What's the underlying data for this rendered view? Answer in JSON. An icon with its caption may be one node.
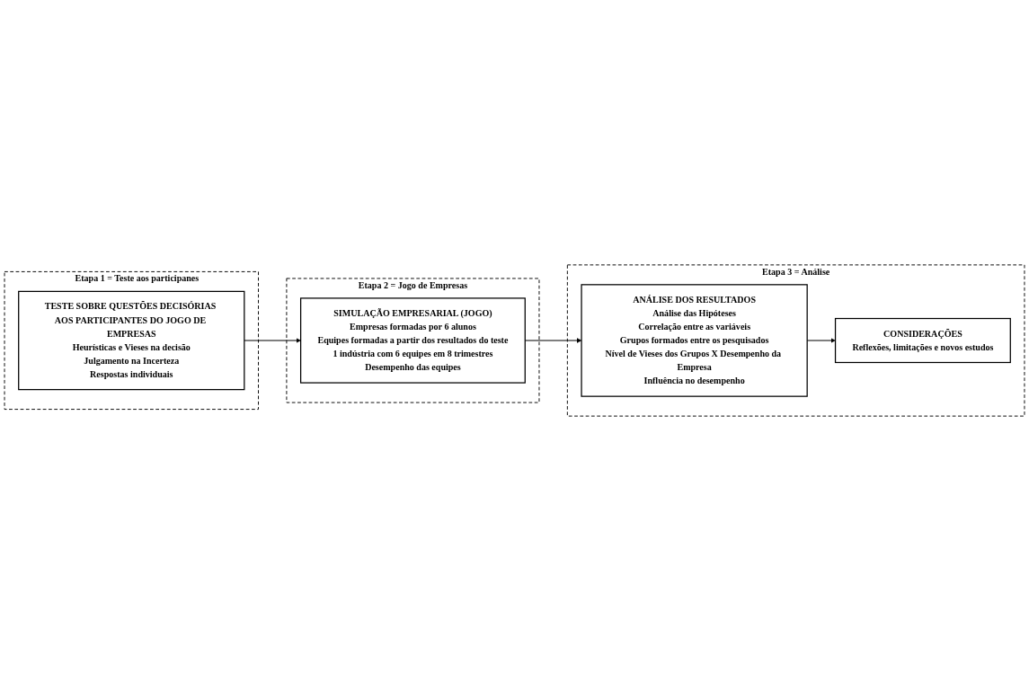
{
  "diagram": {
    "nodes": [
      {
        "text": [
          "Etapa 1 = Teste aos participanes"
        ]
      },
      {
        "text": [
          "TESTE SOBRE QUESTÕES DECISÓRIAS AOS PARTICIPANTES DO JOGO DE EMPRESAS",
          "Heurísticas e Vieses na decisão",
          "Julgamento na Incerteza",
          "Respostas individuais"
        ],
        "in": 0
      },
      {
        "text": [
          "Etapa 2 = Jogo de Empresas"
        ]
      },
      {
        "text": [
          "SIMULAÇÃO EMPRESARIAL (JOGO)",
          "Empresas formadas por 6 alunos",
          "Equipes formadas a partir dos resultados do teste",
          "1 indústria com 6 equipes em 8 trimestres",
          "Desempenho das equipes"
        ],
        "in": 2
      },
      {
        "text": [
          "Etapa 3 = Análise"
        ]
      },
      {
        "text": [
          "ANÁLISE DOS RESULTADOS",
          "Análise das Hipóteses",
          "Correlação entre as variáveis",
          "Grupos formados entre os pesquisados",
          "Nível de Vieses dos Grupos X Desempenho da Empresa",
          "Influência no desempenho"
        ],
        "in": 4
      },
      {
        "text": [
          "CONSIDERAÇÕES",
          "Reflexões, limitações e novos estudos"
        ],
        "in": 4
      }
    ],
    "edges": [
      {
        "from": 1,
        "to": 3,
        "arrow": "to"
      },
      {
        "from": 3,
        "to": 5,
        "arrow": "to"
      },
      {
        "from": 5,
        "to": 6,
        "arrow": "to"
      }
    ]
  }
}
